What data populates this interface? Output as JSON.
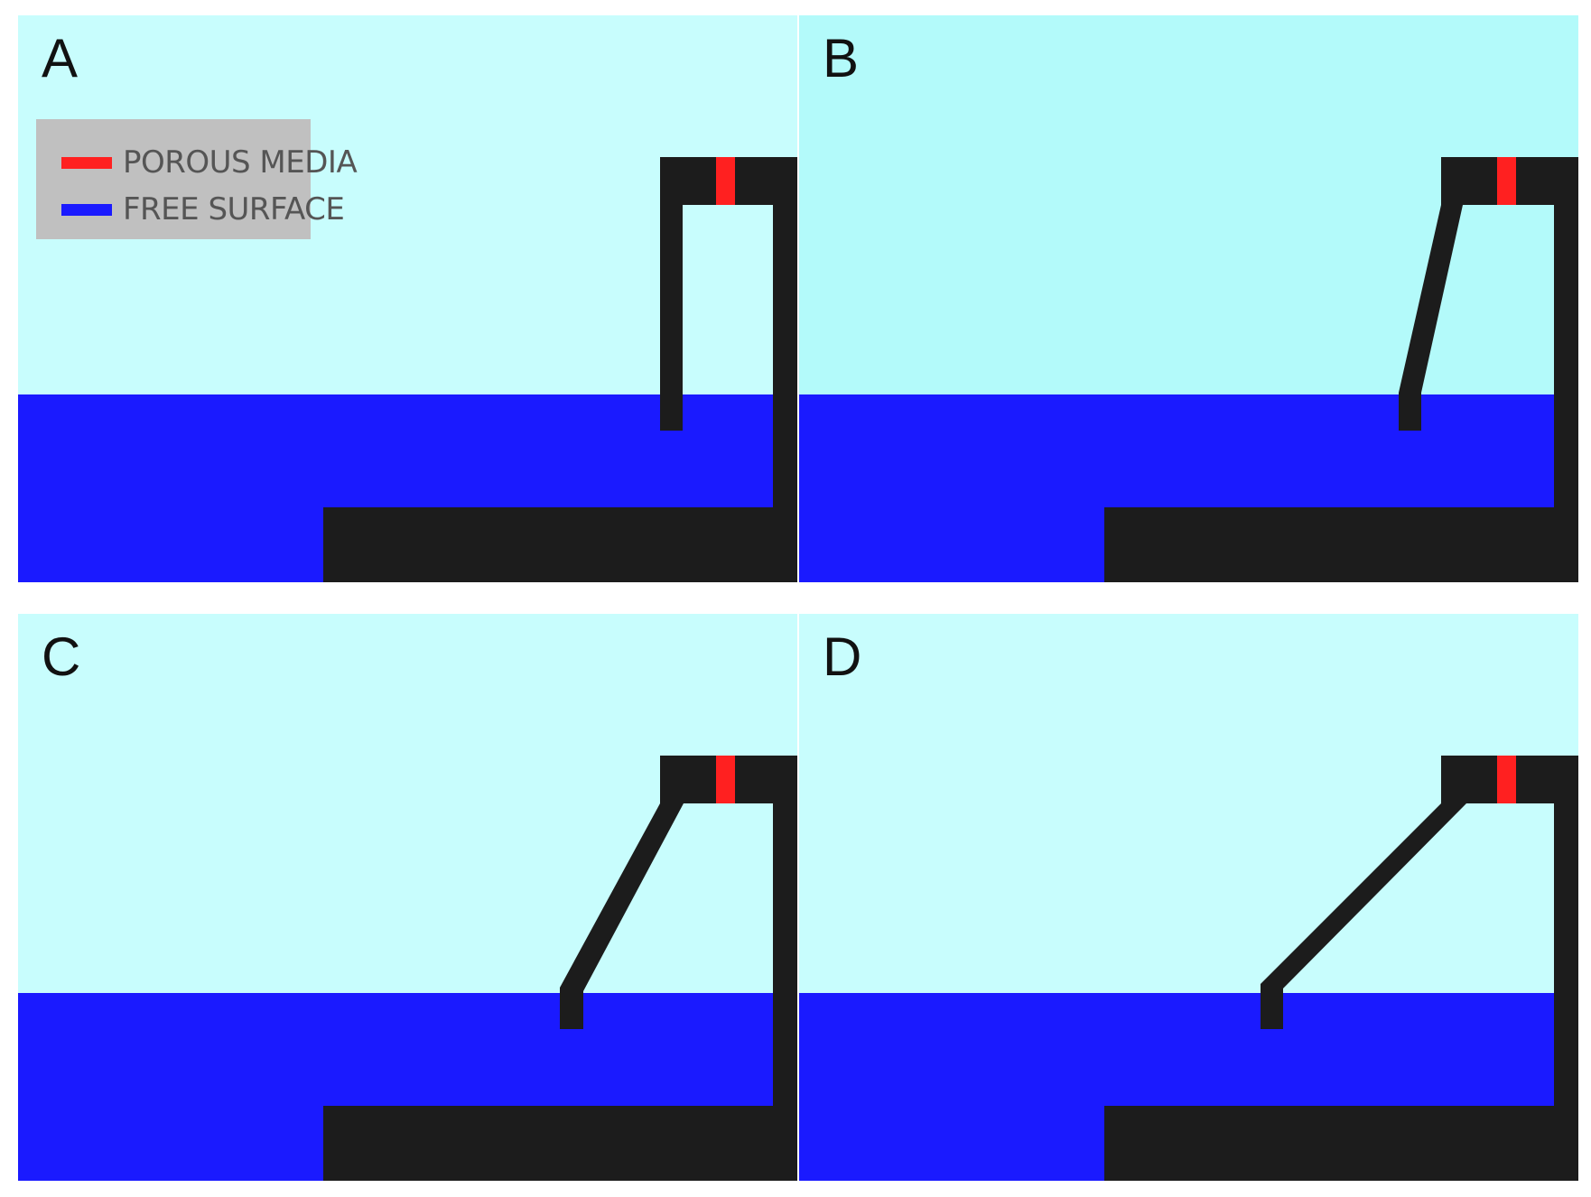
{
  "colors": {
    "air": "#c8fdfd",
    "air_panel_b": "#b3fafa",
    "water": "#1a1aff",
    "structure": "#1c1c1c",
    "porous_media": "#ff2020",
    "legend_background": "#c0c0c0",
    "legend_text": "#555555"
  },
  "legend": {
    "items": [
      {
        "label": "POROUS MEDIA",
        "color": "#ff2020"
      },
      {
        "label": "FREE SURFACE",
        "color": "#1a1aff"
      }
    ]
  },
  "panels": [
    {
      "label": "A"
    },
    {
      "label": "B"
    },
    {
      "label": "C"
    },
    {
      "label": "D"
    }
  ]
}
